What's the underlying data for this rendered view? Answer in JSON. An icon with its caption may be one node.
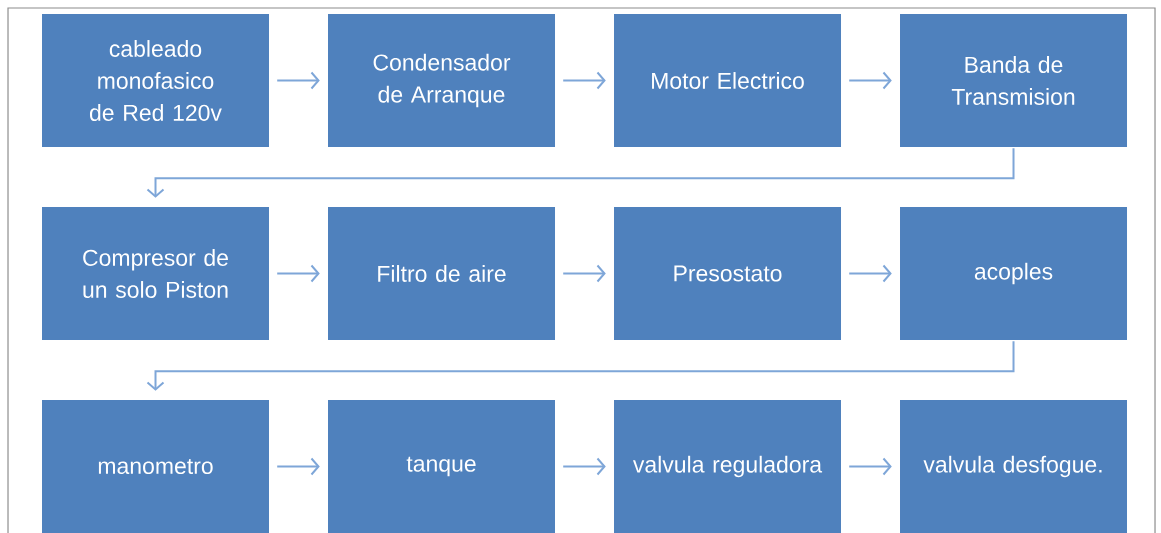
{
  "diagram": {
    "nodes": [
      {
        "text": [
          "cableado monofasico de Red 120v"
        ]
      },
      {
        "text": [
          "Condensador de Arranque"
        ]
      },
      {
        "text": [
          "Motor Electrico"
        ]
      },
      {
        "text": [
          "Banda de Transmision"
        ]
      },
      {
        "text": [
          "Compresor de un solo Piston"
        ]
      },
      {
        "text": [
          "Filtro de aire"
        ]
      },
      {
        "text": [
          "Presostato"
        ]
      },
      {
        "text": [
          "acoples"
        ]
      },
      {
        "text": [
          "manometro"
        ]
      },
      {
        "text": [
          "tanque"
        ]
      },
      {
        "text": [
          "valvula reguladora"
        ]
      },
      {
        "text": [
          "valvula desfogue."
        ]
      }
    ],
    "edges": [
      {
        "from": 0,
        "to": 1,
        "arrow": "to"
      },
      {
        "from": 1,
        "to": 2,
        "arrow": "to"
      },
      {
        "from": 2,
        "to": 3,
        "arrow": "to"
      },
      {
        "from": 3,
        "to": 4,
        "arrow": "to"
      },
      {
        "from": 4,
        "to": 5,
        "arrow": "to"
      },
      {
        "from": 5,
        "to": 6,
        "arrow": "to"
      },
      {
        "from": 6,
        "to": 7,
        "arrow": "to"
      },
      {
        "from": 7,
        "to": 8,
        "arrow": "to"
      },
      {
        "from": 8,
        "to": 9,
        "arrow": "to"
      },
      {
        "from": 9,
        "to": 10,
        "arrow": "to"
      },
      {
        "from": 10,
        "to": 11,
        "arrow": "to"
      }
    ]
  }
}
